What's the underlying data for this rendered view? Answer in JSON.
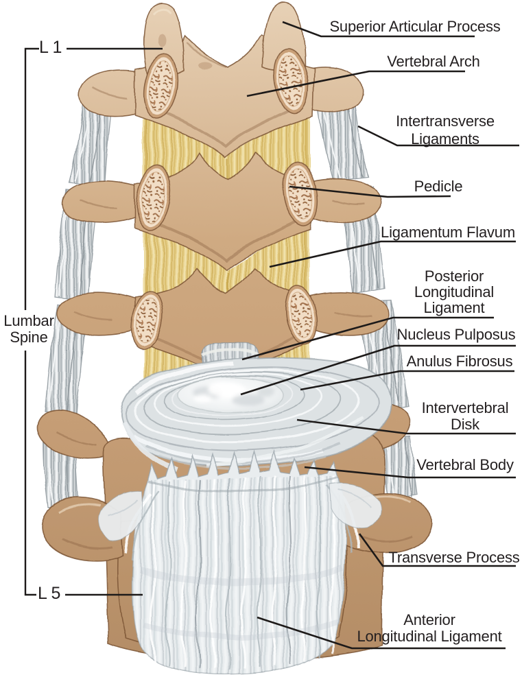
{
  "colors": {
    "background": "#ffffff",
    "text": "#231f20",
    "callout_line": "#1d1a19",
    "bone_light": "#e6cfb4",
    "bone_mid": "#c69e76",
    "bone_shadow": "#8a6242",
    "ligamentum_flavum_yellow": "#e8d28e",
    "fibrous_gray": "#d7dbdd",
    "fibrous_white": "#f3f5f6",
    "trabecular_bone": "#f1ddc5"
  },
  "bracket": {
    "top_label": "L 1",
    "bottom_label": "L 5",
    "side_label_line1": "Lumbar",
    "side_label_line2": "Spine"
  },
  "labels": {
    "superior_articular_process": "Superior Articular Process",
    "vertebral_arch": "Vertebral Arch",
    "intertransverse_ligaments_line1": "Intertransverse",
    "intertransverse_ligaments_line2": "Ligaments",
    "pedicle": "Pedicle",
    "ligamentum_flavum": "Ligamentum Flavum",
    "posterior_longitudinal_ligament_line1": "Posterior",
    "posterior_longitudinal_ligament_line2": "Longitudinal",
    "posterior_longitudinal_ligament_line3": "Ligament",
    "nucleus_pulposus": "Nucleus Pulposus",
    "anulus_fibrosus": "Anulus Fibrosus",
    "intervertebral_disk_line1": "Intervertebral",
    "intervertebral_disk_line2": "Disk",
    "vertebral_body": "Vertebral Body",
    "transverse_process": "Transverse Process",
    "anterior_longitudinal_ligament_line1": "Anterior",
    "anterior_longitudinal_ligament_line2": "Longitudinal Ligament"
  }
}
